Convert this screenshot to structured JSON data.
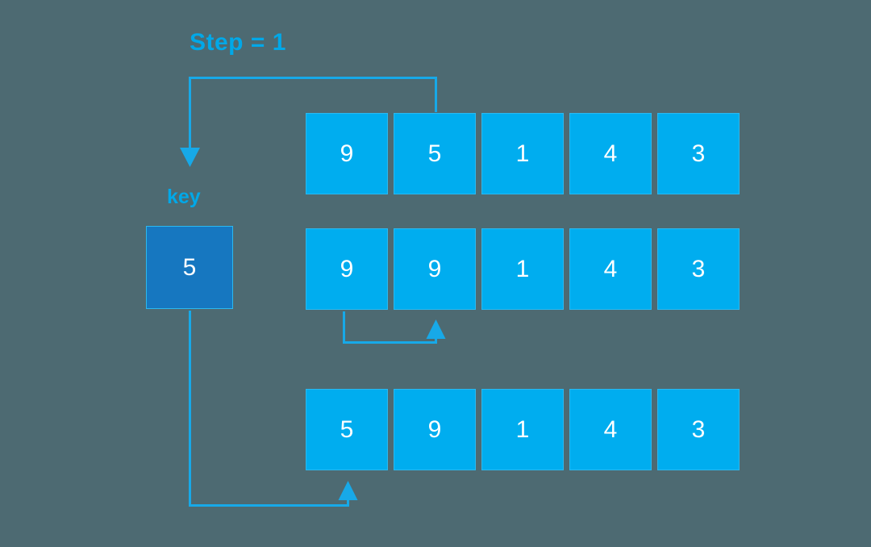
{
  "diagram": {
    "title": "Insertion sort step illustration",
    "background_color": "#4d6a72",
    "accent_color": "#17a9e8",
    "cell_color": "#00adef",
    "key_color": "#1677c0",
    "text_color": "#ffffff"
  },
  "labels": {
    "step": "Step = 1",
    "key": "key"
  },
  "key_box": {
    "value": "5"
  },
  "rows": [
    {
      "name": "array-row-initial",
      "cells": [
        "9",
        "5",
        "1",
        "4",
        "3"
      ]
    },
    {
      "name": "array-row-shifted",
      "cells": [
        "9",
        "9",
        "1",
        "4",
        "3"
      ]
    },
    {
      "name": "array-row-result",
      "cells": [
        "5",
        "9",
        "1",
        "4",
        "3"
      ]
    }
  ],
  "connectors": [
    {
      "name": "connector-extract-key",
      "from": "row-0-cell-1",
      "to": "key-box",
      "direction": "down"
    },
    {
      "name": "connector-shift-right",
      "from": "row-1-cell-0",
      "to": "row-1-cell-1",
      "direction": "up"
    },
    {
      "name": "connector-insert-key",
      "from": "key-box",
      "to": "row-2-cell-0",
      "direction": "up"
    }
  ]
}
